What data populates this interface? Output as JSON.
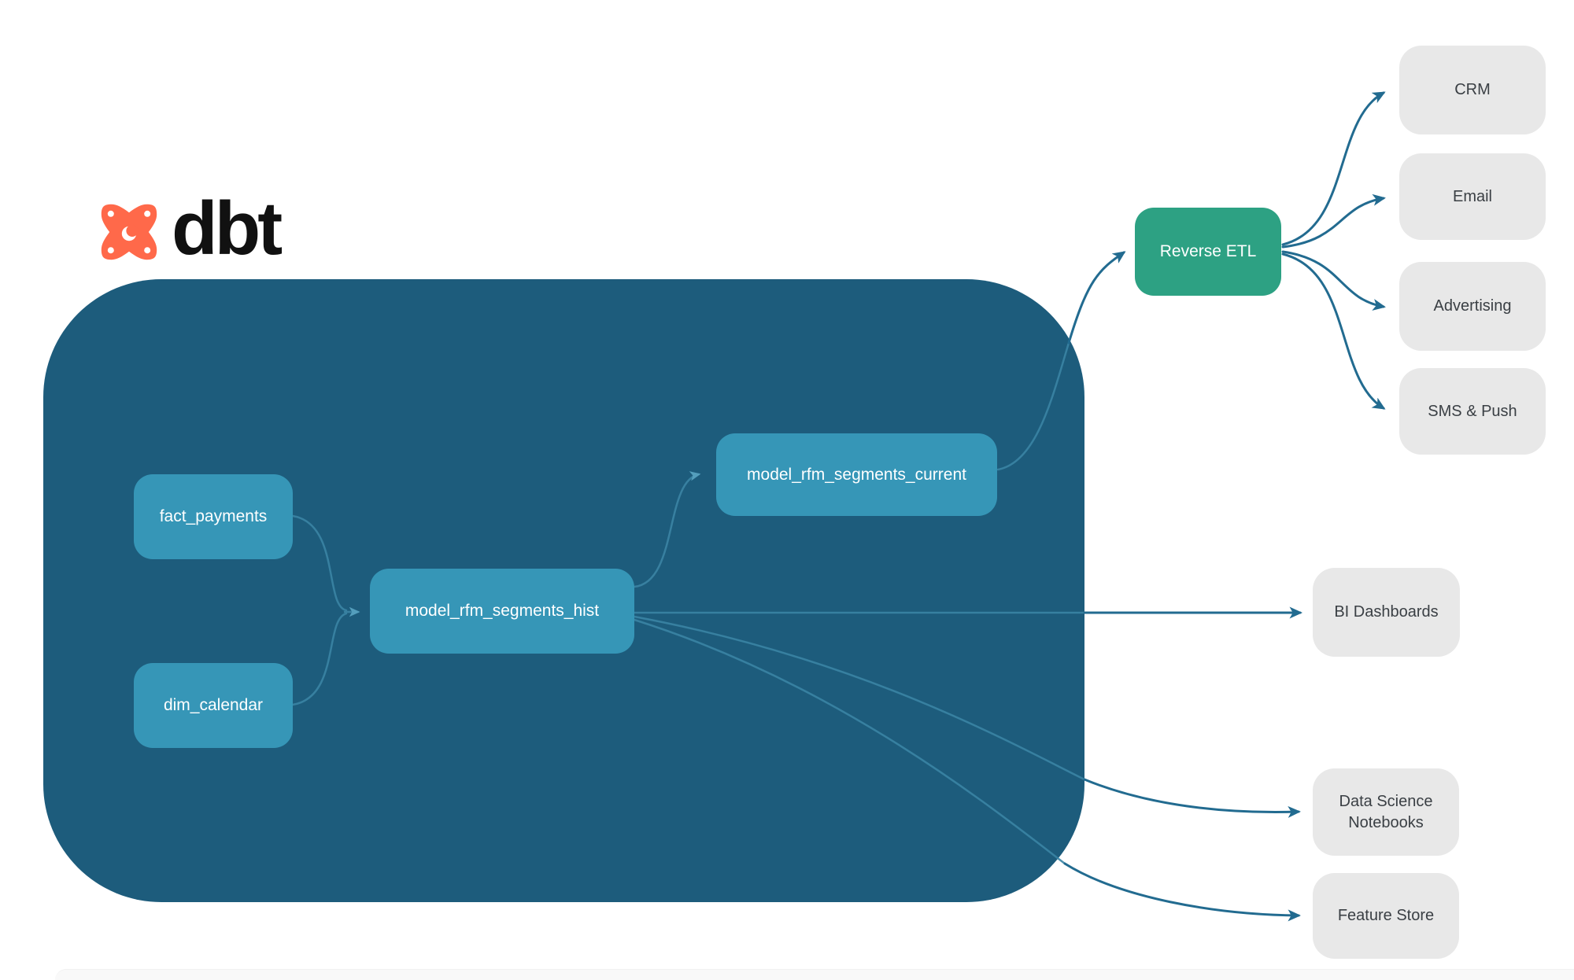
{
  "logo": {
    "text": "dbt"
  },
  "warehouse": {
    "nodes": [
      {
        "id": "fact_payments",
        "label": "fact_payments"
      },
      {
        "id": "dim_calendar",
        "label": "dim_calendar"
      },
      {
        "id": "model_rfm_segments_hist",
        "label": "model_rfm_segments_hist"
      },
      {
        "id": "model_rfm_segments_current",
        "label": "model_rfm_segments_current"
      }
    ]
  },
  "reverse_etl": {
    "label": "Reverse ETL"
  },
  "activation_destinations": [
    {
      "label": "CRM"
    },
    {
      "label": "Email"
    },
    {
      "label": "Advertising"
    },
    {
      "label": "SMS & Push"
    }
  ],
  "analytics_destinations": [
    {
      "label": "BI Dashboards"
    },
    {
      "label": "Data Science Notebooks"
    },
    {
      "label": "Feature Store"
    }
  ],
  "edges": [
    {
      "from": "fact_payments",
      "to": "model_rfm_segments_hist"
    },
    {
      "from": "dim_calendar",
      "to": "model_rfm_segments_hist"
    },
    {
      "from": "model_rfm_segments_hist",
      "to": "model_rfm_segments_current"
    },
    {
      "from": "model_rfm_segments_hist",
      "to": "BI Dashboards"
    },
    {
      "from": "model_rfm_segments_hist",
      "to": "Data Science Notebooks"
    },
    {
      "from": "model_rfm_segments_hist",
      "to": "Feature Store"
    },
    {
      "from": "model_rfm_segments_current",
      "to": "Reverse ETL"
    },
    {
      "from": "Reverse ETL",
      "to": "CRM"
    },
    {
      "from": "Reverse ETL",
      "to": "Email"
    },
    {
      "from": "Reverse ETL",
      "to": "Advertising"
    },
    {
      "from": "Reverse ETL",
      "to": "SMS & Push"
    }
  ],
  "colors": {
    "warehouse_container": "#1d5c7c",
    "model_node": "#3696b7",
    "reverse_etl_node": "#2da183",
    "destination_node": "#e8e8e8",
    "connector_outer": "#226b90",
    "connector_inner": "#3b84a4",
    "logo_orange": "#ff694a"
  }
}
